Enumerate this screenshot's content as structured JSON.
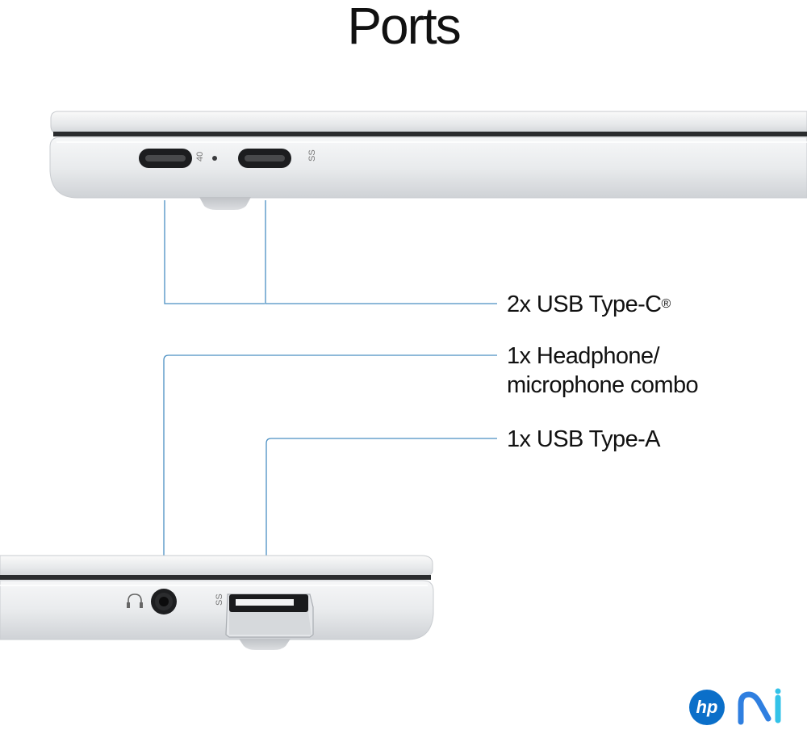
{
  "title": "Ports",
  "callouts": {
    "usb_c": "2x USB Type-C",
    "usb_c_mark": "®",
    "headphone_line1": "1x Headphone/",
    "headphone_line2": "microphone combo",
    "usb_a": "1x USB Type-A"
  },
  "port_markings": {
    "usb_c_left": "40",
    "usb_c_right": "SS",
    "usb_a": "SS"
  },
  "brand": {
    "hp": "hp",
    "logo_color": "#0b6fc9"
  },
  "colors": {
    "leader_line": "#4a8fc2",
    "chassis": "#eceef0"
  }
}
